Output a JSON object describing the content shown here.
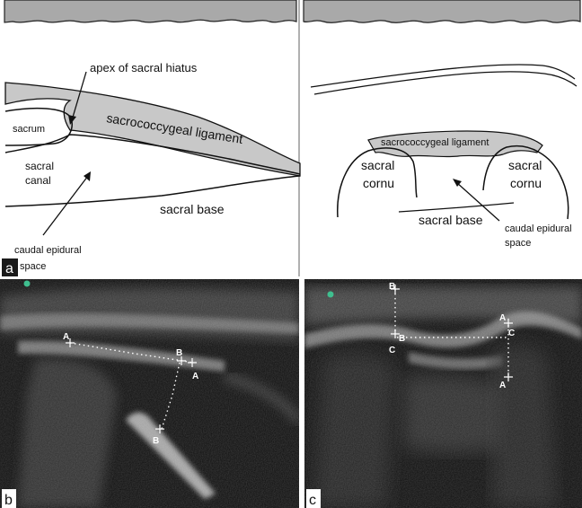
{
  "panels": {
    "a": {
      "label": "a",
      "left_labels": {
        "apex": "apex of sacral hiatus",
        "sacrum": "sacrum",
        "ligament": "sacrococcygeal ligament",
        "canal_line1": "sacral",
        "canal_line2": "canal",
        "base": "sacral base",
        "epidural_line1": "caudal epidural",
        "epidural_line2": "space"
      },
      "right_labels": {
        "ligament": "sacrococcygeal ligament",
        "cornu_left_line1": "sacral",
        "cornu_left_line2": "cornu",
        "cornu_right_line1": "sacral",
        "cornu_right_line2": "cornu",
        "base": "sacral base",
        "epidural_line1": "caudal epidural",
        "epidural_line2": "space"
      }
    },
    "b": {
      "label": "b",
      "markers": {
        "a1": "A",
        "b1": "B",
        "a2": "A",
        "b2": "B"
      }
    },
    "c": {
      "label": "c",
      "markers": {
        "b": "B",
        "c": "C",
        "b2": "B",
        "a": "A",
        "c2": "C",
        "a2": "A"
      }
    }
  },
  "colors": {
    "ligament_fill": "#c8c8c8",
    "ultrasound_bg": "#0c0c0c",
    "label_box": "#1a1a1a"
  }
}
